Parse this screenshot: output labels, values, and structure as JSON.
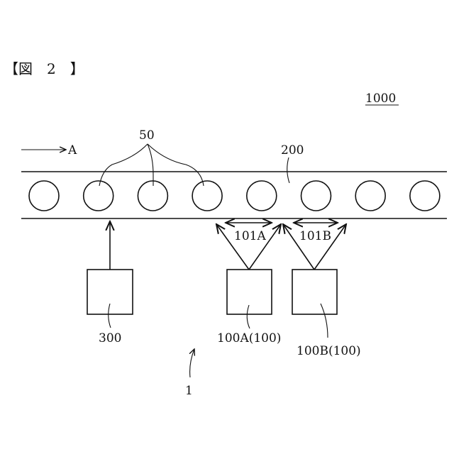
{
  "figure": {
    "header": "【図　2　】",
    "system_ref": "1000",
    "direction_label": "A",
    "conveyor_ref": "200",
    "object_ref": "50",
    "emitter_ref": "300",
    "unit_a_ref": "100A(100)",
    "unit_b_ref": "100B(100)",
    "range_a_ref": "101A",
    "range_b_ref": "101B",
    "assembly_ref": "1",
    "object_count": 8
  }
}
